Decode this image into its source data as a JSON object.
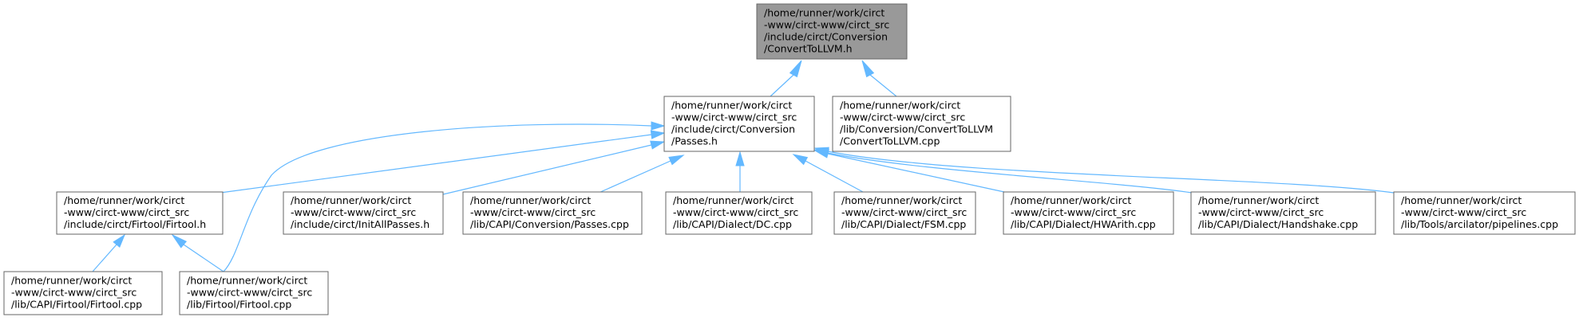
{
  "graph": {
    "nodes": [
      {
        "id": "n0",
        "root": true,
        "lines": [
          "/home/runner/work/circt",
          "-www/circt-www/circt_src",
          "/include/circt/Conversion",
          "/ConvertToLLVM.h"
        ]
      },
      {
        "id": "n1",
        "lines": [
          "/home/runner/work/circt",
          "-www/circt-www/circt_src",
          "/include/circt/Conversion",
          "/Passes.h"
        ]
      },
      {
        "id": "n2",
        "lines": [
          "/home/runner/work/circt",
          "-www/circt-www/circt_src",
          "/lib/Conversion/ConvertToLLVM",
          "/ConvertToLLVM.cpp"
        ]
      },
      {
        "id": "n3",
        "lines": [
          "/home/runner/work/circt",
          "-www/circt-www/circt_src",
          "/include/circt/Firtool/Firtool.h"
        ]
      },
      {
        "id": "n4",
        "lines": [
          "/home/runner/work/circt",
          "-www/circt-www/circt_src",
          "/include/circt/InitAllPasses.h"
        ]
      },
      {
        "id": "n5",
        "lines": [
          "/home/runner/work/circt",
          "-www/circt-www/circt_src",
          "/lib/CAPI/Conversion/Passes.cpp"
        ]
      },
      {
        "id": "n6",
        "lines": [
          "/home/runner/work/circt",
          "-www/circt-www/circt_src",
          "/lib/CAPI/Dialect/DC.cpp"
        ]
      },
      {
        "id": "n7",
        "lines": [
          "/home/runner/work/circt",
          "-www/circt-www/circt_src",
          "/lib/CAPI/Dialect/FSM.cpp"
        ]
      },
      {
        "id": "n8",
        "lines": [
          "/home/runner/work/circt",
          "-www/circt-www/circt_src",
          "/lib/CAPI/Dialect/HWArith.cpp"
        ]
      },
      {
        "id": "n9",
        "lines": [
          "/home/runner/work/circt",
          "-www/circt-www/circt_src",
          "/lib/CAPI/Dialect/Handshake.cpp"
        ]
      },
      {
        "id": "n10",
        "lines": [
          "/home/runner/work/circt",
          "-www/circt-www/circt_src",
          "/lib/Tools/arcilator/pipelines.cpp"
        ]
      },
      {
        "id": "n11",
        "lines": [
          "/home/runner/work/circt",
          "-www/circt-www/circt_src",
          "/lib/CAPI/Firtool/Firtool.cpp"
        ]
      },
      {
        "id": "n12",
        "lines": [
          "/home/runner/work/circt",
          "-www/circt-www/circt_src",
          "/lib/Firtool/Firtool.cpp"
        ]
      }
    ],
    "edges": [
      {
        "from": "n1",
        "to": "n0"
      },
      {
        "from": "n2",
        "to": "n0"
      },
      {
        "from": "n3",
        "to": "n1"
      },
      {
        "from": "n4",
        "to": "n1"
      },
      {
        "from": "n5",
        "to": "n1"
      },
      {
        "from": "n6",
        "to": "n1"
      },
      {
        "from": "n7",
        "to": "n1"
      },
      {
        "from": "n8",
        "to": "n1"
      },
      {
        "from": "n9",
        "to": "n1"
      },
      {
        "from": "n10",
        "to": "n1"
      },
      {
        "from": "n12",
        "to": "n1"
      },
      {
        "from": "n11",
        "to": "n3"
      },
      {
        "from": "n12",
        "to": "n3"
      }
    ]
  }
}
